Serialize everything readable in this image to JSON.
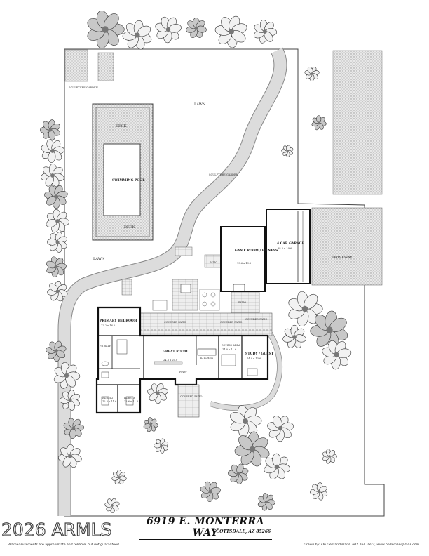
{
  "labels": {
    "lawn_top": "LAWN",
    "lawn_left": "LAWN",
    "sculpture_garden_1": "SCULPTURE GARDEN",
    "sculpture_garden_2": "SCULPTURE GARDEN",
    "deck_top": "DECK",
    "deck_bottom": "DECK",
    "pool": "SWIMMING POOL",
    "game_room": "GAME ROOM / FITNESS",
    "game_room_dim": "19.6 x 19.2",
    "garage": "4 CAR GARAGE",
    "garage_dim": "38.6 x 19.6",
    "driveway": "DRIVEWAY",
    "patio_1": "PATIO",
    "patio_2": "PATIO",
    "covered_patio_1": "COVERED PATIO",
    "covered_patio_2": "COVERED PATIO",
    "covered_patio_3": "COVERED PATIO",
    "covered_patio_4": "COVERED PATIO",
    "primary_bedroom": "PRIMARY BEDROOM",
    "primary_bedroom_dim": "22.2 x 16.0",
    "great_room": "GREAT ROOM",
    "great_room_dim": "24.6 x 20.0",
    "kitchen": "KITCHEN",
    "dining": "DINING AREA",
    "dining_dim": "14.0 x 11.6",
    "study": "STUDY / GUEST",
    "study_dim": "14.0 x 13.6",
    "bdrm_2": "BDRM 2",
    "bdrm_2_dim": "12.6 x 11.6",
    "bdrm_3": "BDRM 3",
    "bdrm_3_dim": "12.6 x 11.6",
    "foyer": "Foyer",
    "pr_bath": "PR BATH"
  },
  "footer": {
    "title": "6919 E. MONTERRA WAY",
    "subtitle": "SCOTTSDALE, AZ 85266",
    "copyright": "2026 ARMLS",
    "disclaimer": "All measurements are approximate and reliable, but not guaranteed.",
    "credit": "Drawn by: On Demand Plans, 602.264.0922, www.ondemandplans.com"
  },
  "colors": {
    "ink": "#222222",
    "lawn": "#ffffff",
    "path": "#d9d9d9",
    "gravel": "#cfcfcf",
    "tree": "#9a9a9a"
  }
}
